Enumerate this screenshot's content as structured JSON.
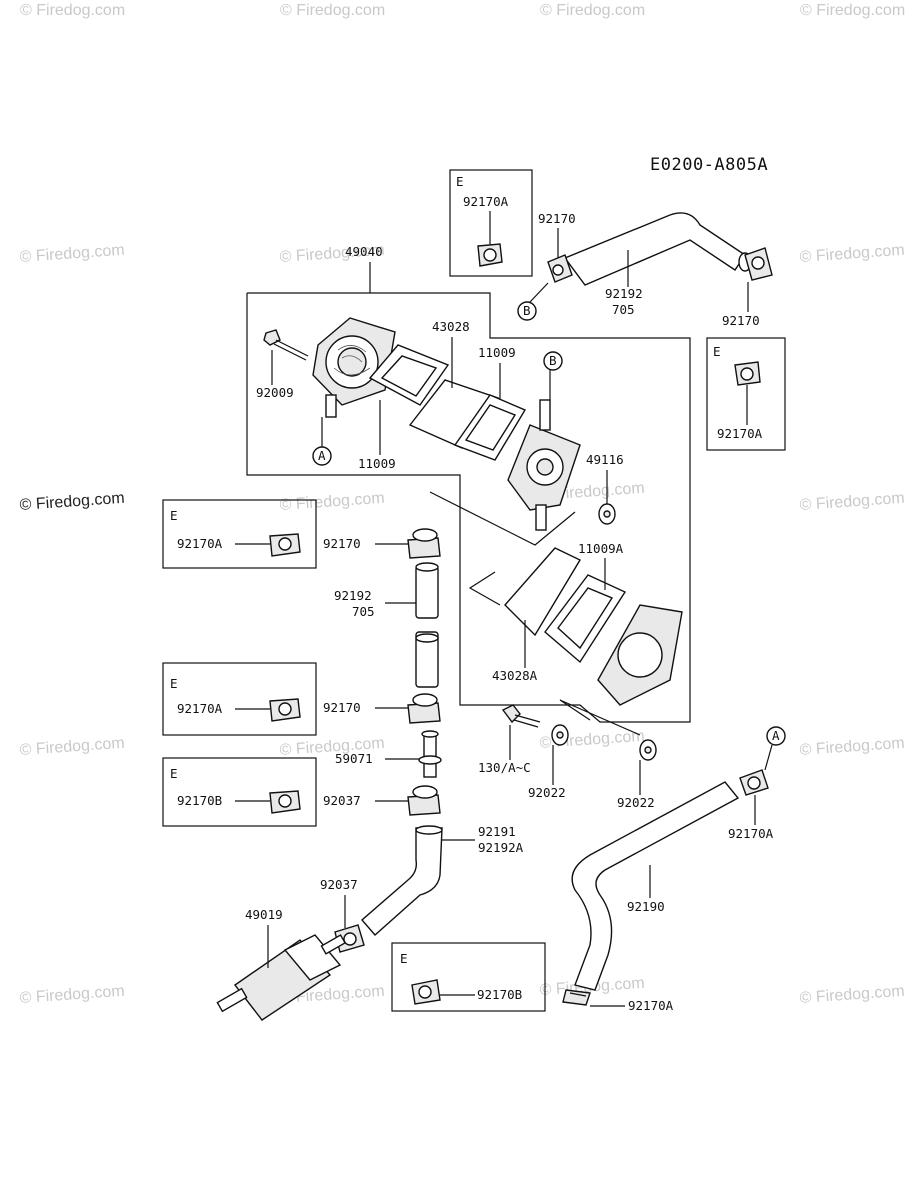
{
  "diagram_code": "E0200-A805A",
  "watermark": "© Firedog.com",
  "parts": {
    "fuel_pump_assy": "49040",
    "bolt": "92009",
    "gasket_43028": "43028",
    "gasket_11009_a": "11009",
    "gasket_11009_b": "11009",
    "diaphragm": "49116",
    "gasket_11009A": "11009A",
    "gasket_43028A": "43028A",
    "bolt_130": "130/A~C",
    "washer_a": "92022",
    "washer_b": "92022",
    "clamp_top_left": "92170",
    "hose_top_part": "92192",
    "hose_top_len": "705",
    "clamp_top_right": "92170",
    "clamp_mid_1": "92170",
    "hose_mid_part": "92192",
    "hose_mid_len": "705",
    "clamp_mid_2": "92170",
    "joint": "59071",
    "clamp_92037_a": "92037",
    "hose_92191": "92191",
    "hose_92192A": "92192A",
    "clamp_92037_b": "92037",
    "fuel_filter": "49019",
    "hose_92190": "92190",
    "clamp_92170A_top": "92170A",
    "clamp_92170A_bottom": "92170A"
  },
  "detail_boxes": [
    {
      "letter": "E",
      "part": "92170A"
    },
    {
      "letter": "E",
      "part": "92170A"
    },
    {
      "letter": "E",
      "part": "92170A"
    },
    {
      "letter": "E",
      "part": "92170A"
    },
    {
      "letter": "E",
      "part": "92170B"
    },
    {
      "letter": "E",
      "part": "92170B"
    }
  ],
  "connectors": {
    "A": "A",
    "B": "B"
  }
}
